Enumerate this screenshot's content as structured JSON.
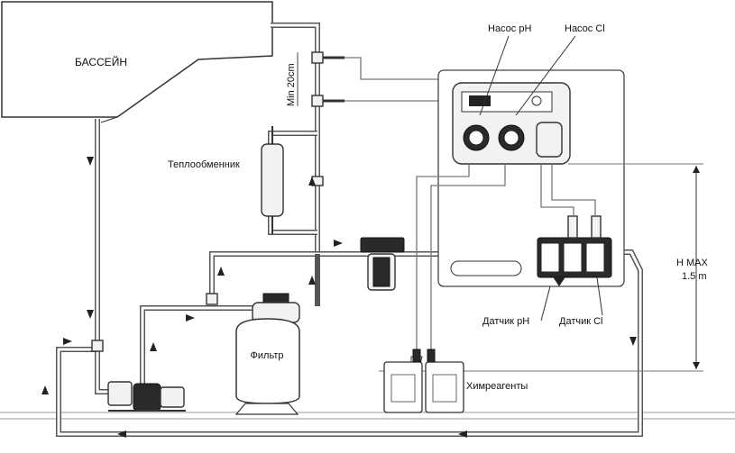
{
  "labels": {
    "pool": "БАССЕЙН",
    "heat_exchanger": "Теплообменник",
    "filter": "Фильтр",
    "chemicals": "Химреагенты",
    "pump_ph": "Насос pH",
    "pump_cl": "Насос Cl",
    "sensor_ph": "Датчик pH",
    "sensor_cl": "Датчик Cl",
    "min_height": "Min 20cm",
    "hmax_label": "H MAX",
    "hmax_value": "1.5 m"
  },
  "colors": {
    "pipe": "#555555",
    "line": "#222222",
    "background": "#ffffff"
  }
}
